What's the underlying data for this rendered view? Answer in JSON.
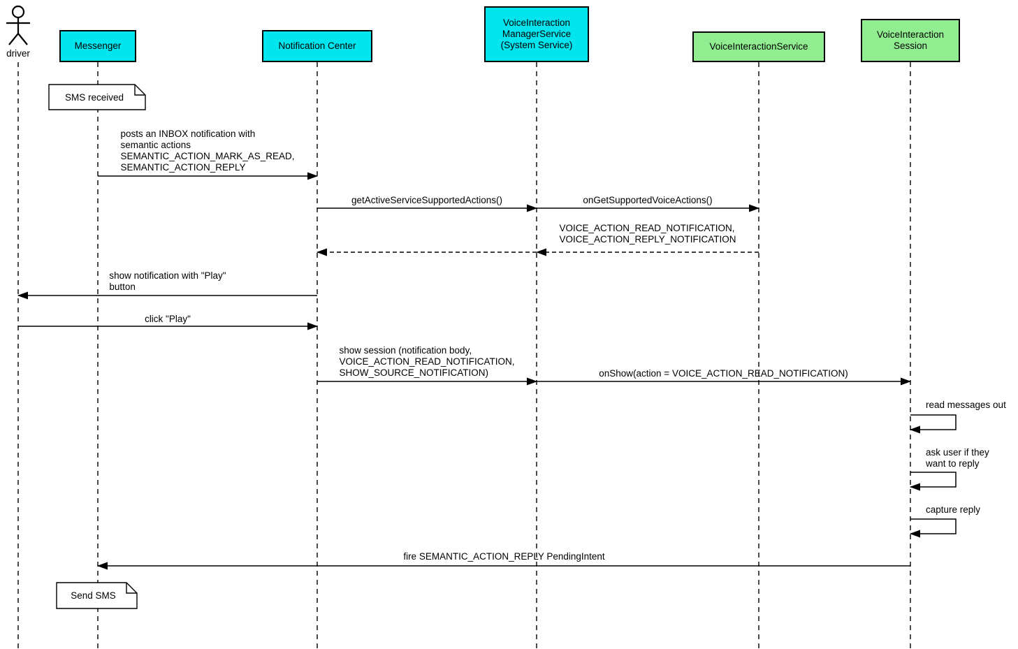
{
  "diagram_type": "uml-sequence",
  "colors": {
    "app_box": "#00e5ee",
    "service_box": "#90ee90",
    "box_border": "#000000",
    "line": "#000000",
    "note_background": "#ffffff",
    "canvas_background": "#ffffff"
  },
  "actor": {
    "label": "driver"
  },
  "participants": [
    {
      "label": "Messenger",
      "kind": "app"
    },
    {
      "label": "Notification Center",
      "kind": "app"
    },
    {
      "label": "VoiceInteraction\nManagerService\n(System Service)",
      "kind": "app"
    },
    {
      "label": "VoiceInteractionService",
      "kind": "service"
    },
    {
      "label": "VoiceInteraction\nSession",
      "kind": "service"
    }
  ],
  "notes": [
    {
      "text": "SMS received",
      "anchor": "Messenger"
    },
    {
      "text": "Send SMS",
      "anchor": "Messenger"
    }
  ],
  "messages": [
    {
      "from": "Messenger",
      "to": "Notification Center",
      "style": "solid",
      "label": "posts an INBOX notification with\nsemantic actions\nSEMANTIC_ACTION_MARK_AS_READ,\nSEMANTIC_ACTION_REPLY"
    },
    {
      "from": "Notification Center",
      "to": "VoiceInteractionManagerService",
      "style": "solid",
      "label": "getActiveServiceSupportedActions()"
    },
    {
      "from": "VoiceInteractionManagerService",
      "to": "VoiceInteractionService",
      "style": "solid",
      "label": "onGetSupportedVoiceActions()"
    },
    {
      "from": "VoiceInteractionService",
      "to": "Notification Center",
      "style": "dashed-return",
      "label": "VOICE_ACTION_READ_NOTIFICATION,\nVOICE_ACTION_REPLY_NOTIFICATION"
    },
    {
      "from": "Notification Center",
      "to": "driver",
      "style": "solid",
      "label": "show notification with \"Play\"\nbutton"
    },
    {
      "from": "driver",
      "to": "Notification Center",
      "style": "solid",
      "label": "click \"Play\""
    },
    {
      "from": "Notification Center",
      "to": "VoiceInteractionManagerService",
      "style": "solid",
      "label": "show session (notification body,\nVOICE_ACTION_READ_NOTIFICATION,\nSHOW_SOURCE_NOTIFICATION)"
    },
    {
      "from": "VoiceInteractionManagerService",
      "to": "VoiceInteractionSession",
      "style": "solid",
      "label": "onShow(action = VOICE_ACTION_READ_NOTIFICATION)"
    },
    {
      "self": true,
      "on": "VoiceInteractionSession",
      "style": "self",
      "label": "read messages out"
    },
    {
      "self": true,
      "on": "VoiceInteractionSession",
      "style": "self",
      "label": "ask user if they\nwant to reply"
    },
    {
      "self": true,
      "on": "VoiceInteractionSession",
      "style": "self",
      "label": "capture reply"
    },
    {
      "from": "VoiceInteractionSession",
      "to": "Messenger",
      "style": "solid",
      "label": "fire SEMANTIC_ACTION_REPLY PendingIntent"
    }
  ]
}
